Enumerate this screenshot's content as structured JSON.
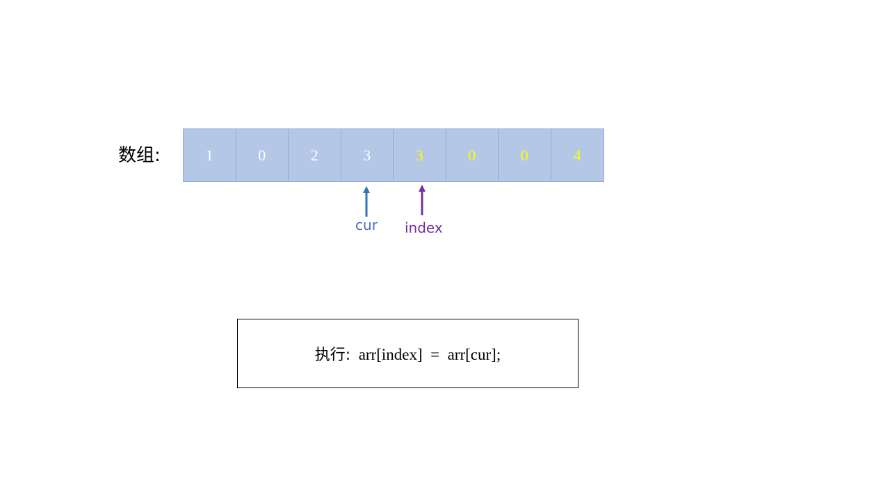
{
  "array": {
    "label": "数组:",
    "cells": [
      {
        "value": "1",
        "color": "#ffffff"
      },
      {
        "value": "0",
        "color": "#ffffff"
      },
      {
        "value": "2",
        "color": "#ffffff"
      },
      {
        "value": "3",
        "color": "#ffffff"
      },
      {
        "value": "3",
        "color": "#ffff00"
      },
      {
        "value": "0",
        "color": "#ffff00"
      },
      {
        "value": "0",
        "color": "#ffff00"
      },
      {
        "value": "4",
        "color": "#ffff00"
      }
    ],
    "cell_fill": "#b4c7e7",
    "cell_border": "#8faadc"
  },
  "pointers": {
    "cur": {
      "label": "cur",
      "color": "#2e75b6",
      "label_color": "#4472c4",
      "target_index": 3
    },
    "index": {
      "label": "index",
      "color": "#7030a0",
      "label_color": "#7030a0",
      "target_index": 4
    }
  },
  "code": {
    "prefix": "执行:",
    "statement": "  arr[index]  =  arr[cur];"
  }
}
